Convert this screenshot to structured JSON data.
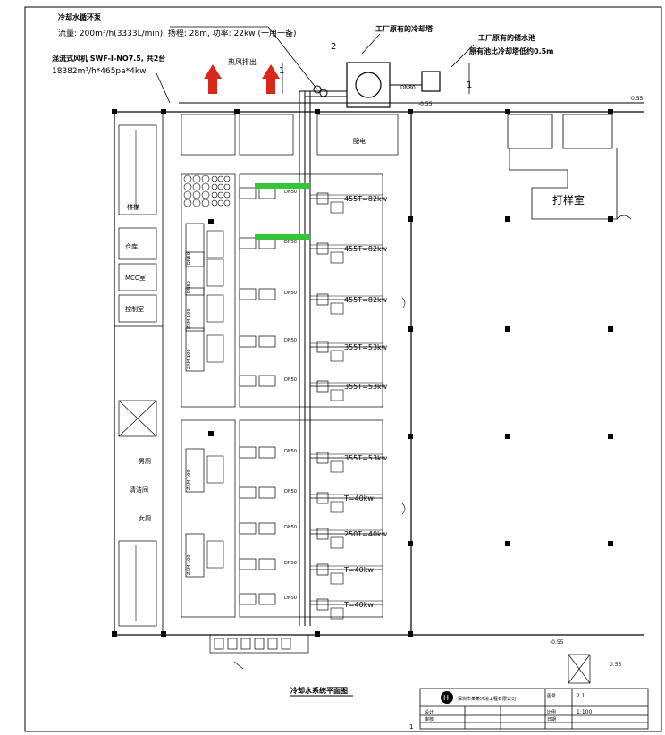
{
  "header": {
    "pump_title": "冷却水循环泵",
    "pump_spec": "流量: 200m³/h(3333L/min), 扬程: 28m, 功率: 22kw (一用一备)",
    "tower_title": "混流式风机 SWF-I-NO7.5, 共2台",
    "tower_spec": "18382m³/h*465pa*4kw",
    "roof_cooling_tower": "工厂原有的冷却塔",
    "roof_pool": "工厂原有的储水池",
    "roof_pool_note": "原有池比冷却塔低约0.5m",
    "wind_label": "热风排出",
    "dn_main": "DN80",
    "section_mark_1": "1",
    "section_mark_2": "2"
  },
  "rooms": {
    "sample_room": "打样室",
    "office": "配电",
    "toilet_m": "男厕",
    "toilet_f": "女厕",
    "washroom": "清洁间",
    "stair": "楼梯",
    "store": "仓库",
    "room_a": "MCC室",
    "room_b": "控制室"
  },
  "machines": [
    {
      "label": "455T=82kw",
      "pipe": "DN50"
    },
    {
      "label": "455T=82kw",
      "pipe": "DN50"
    },
    {
      "label": "455T=82kw",
      "pipe": "DN50"
    },
    {
      "label": "355T=53kw",
      "pipe": "DN50"
    },
    {
      "label": "355T=53kw",
      "pipe": "DN50"
    },
    {
      "label": "355T=53kw",
      "pipe": "DN50"
    },
    {
      "label": "T=40kw",
      "pipe": "DN50"
    },
    {
      "label": "250T=40kw",
      "pipe": "DN50"
    },
    {
      "label": "T=40kw",
      "pipe": "DN50"
    },
    {
      "label": "T=40kw",
      "pipe": "DN50"
    }
  ],
  "left_units": [
    "DN50",
    "DN50",
    "ZXM-100",
    "ZXM-100",
    "ZXM-100",
    "ZXM-100"
  ],
  "levels": {
    "level_a": "0.55",
    "level_b": "-0.55",
    "level_c": "0.55",
    "level_d": "-0.55"
  },
  "footer": {
    "drawing_title": "冷却水系统平面图",
    "company_logo": "H",
    "company_name": "深圳市某某环境工程有限公司",
    "sheet_label": "图号",
    "scale_label": "比例",
    "date_label": "日期",
    "drawn_by": "设计",
    "checked_by": "审核",
    "sheet_value": "2.1",
    "scale_value": "1:100",
    "page_value": "1"
  },
  "colors": {
    "arrow": "#d8281a",
    "green_pipe": "#35c43a",
    "line": "#000000"
  }
}
